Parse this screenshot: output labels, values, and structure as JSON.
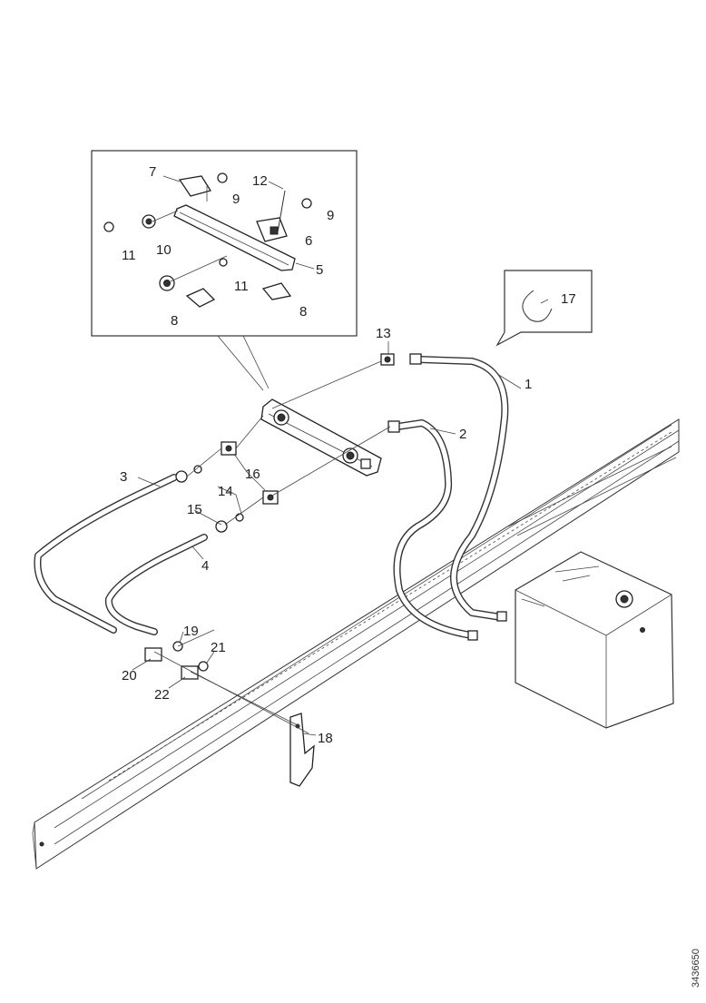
{
  "diagram": {
    "reference_code": "3436650",
    "callouts": [
      {
        "id": "c1",
        "label": "1"
      },
      {
        "id": "c2",
        "label": "2"
      },
      {
        "id": "c3",
        "label": "3"
      },
      {
        "id": "c4",
        "label": "4"
      },
      {
        "id": "c5",
        "label": "5"
      },
      {
        "id": "c6a",
        "label": "6"
      },
      {
        "id": "c6b",
        "label": "6"
      },
      {
        "id": "c7",
        "label": "7"
      },
      {
        "id": "c8a",
        "label": "8"
      },
      {
        "id": "c8b",
        "label": "8"
      },
      {
        "id": "c9a",
        "label": "9"
      },
      {
        "id": "c9b",
        "label": "9"
      },
      {
        "id": "c10",
        "label": "10"
      },
      {
        "id": "c11a",
        "label": "11"
      },
      {
        "id": "c11b",
        "label": "11"
      },
      {
        "id": "c12",
        "label": "12"
      },
      {
        "id": "c13",
        "label": "13"
      },
      {
        "id": "c14",
        "label": "14"
      },
      {
        "id": "c15",
        "label": "15"
      },
      {
        "id": "c16",
        "label": "16"
      },
      {
        "id": "c17",
        "label": "17"
      },
      {
        "id": "c18",
        "label": "18"
      },
      {
        "id": "c19",
        "label": "19"
      },
      {
        "id": "c20",
        "label": "20"
      },
      {
        "id": "c21",
        "label": "21"
      },
      {
        "id": "c22",
        "label": "22"
      }
    ]
  }
}
